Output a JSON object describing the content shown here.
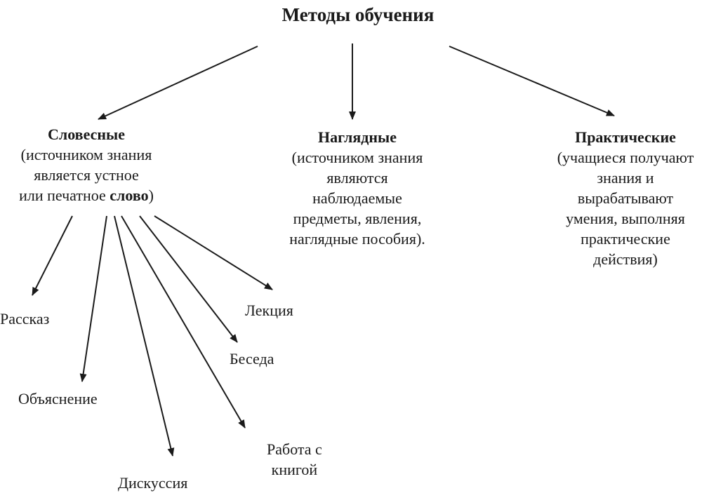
{
  "title": "Методы обучения",
  "categories": [
    {
      "name": "Словесные",
      "desc_line1": "(источником знания",
      "desc_line2": "является устное",
      "desc_line3_pre": "или печатное ",
      "desc_line3_bold": "слово",
      "desc_line3_post": ")"
    },
    {
      "name": "Наглядные",
      "desc_lines": [
        "(источником знания",
        "являются",
        "наблюдаемые",
        "предметы, явления,",
        "наглядные пособия)."
      ]
    },
    {
      "name": "Практические",
      "desc_lines": [
        "(учащиеся получают",
        "знания и",
        "вырабатывают",
        "умения, выполняя",
        "практические",
        "действия)"
      ]
    }
  ],
  "verbal_methods": [
    "Рассказ",
    "Объяснение",
    "Дискуссия",
    "Работа с",
    "книгой",
    "Беседа",
    "Лекция"
  ]
}
